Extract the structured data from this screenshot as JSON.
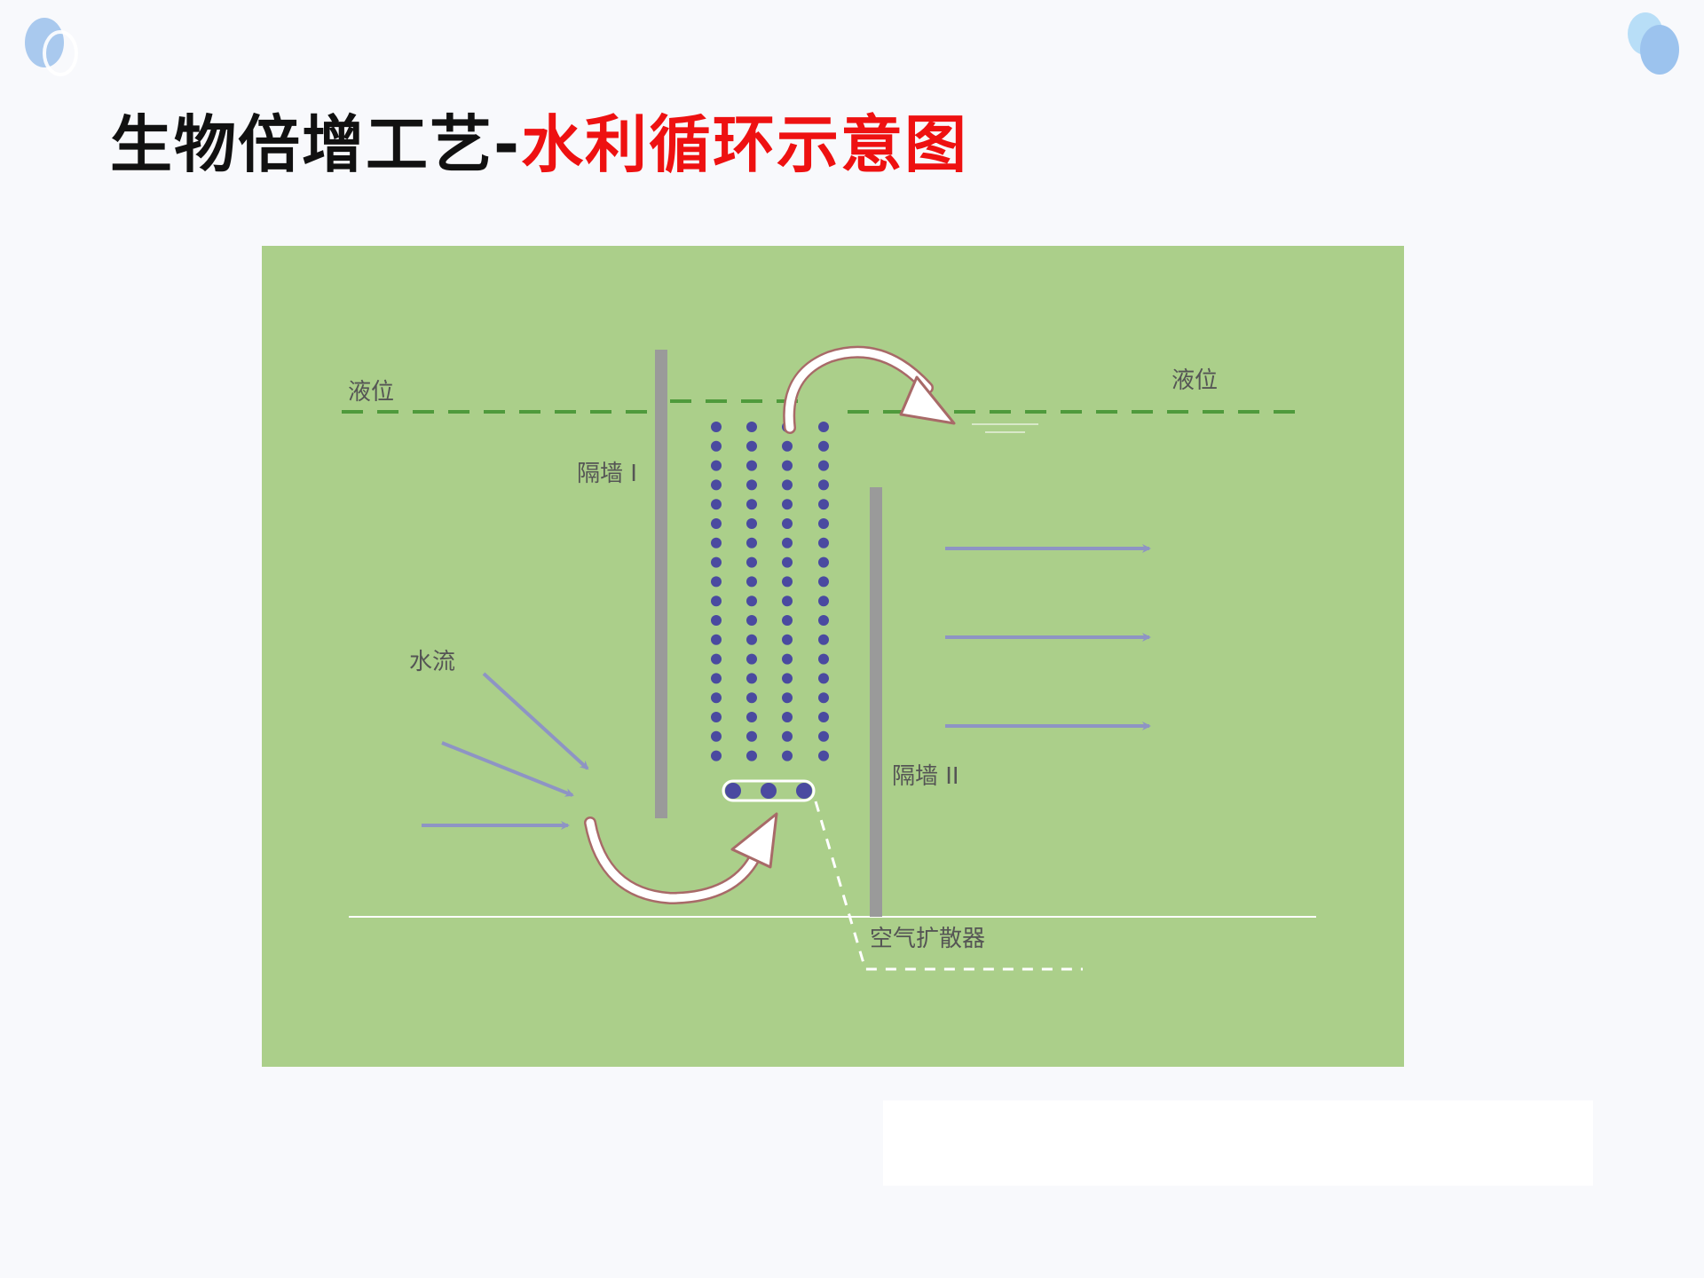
{
  "title": {
    "black": "生物倍增工艺-",
    "red": "水利循环示意图"
  },
  "colors": {
    "background": "#f8f9fc",
    "diagram_bg": "#abcf8a",
    "title_black": "#111111",
    "title_red": "#ee1111",
    "liquid_line": "#4f9a3c",
    "flow_arrow": "#8e94c4",
    "bubble": "#4a4aa0",
    "wall": "#9a9a9a"
  },
  "diagram": {
    "liquid_level_left": "液位",
    "liquid_level_right": "液位",
    "wall_1": "隔墙 I",
    "wall_2": "隔墙 II",
    "water_flow": "水流",
    "air_diffuser": "空气扩散器"
  }
}
